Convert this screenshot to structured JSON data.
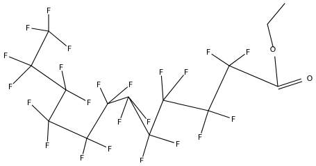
{
  "molecule": {
    "atoms": {
      "fluorine": "F",
      "oxygen": "O"
    },
    "fluorine_label_count": 23,
    "oxygen_label_count": 2
  }
}
